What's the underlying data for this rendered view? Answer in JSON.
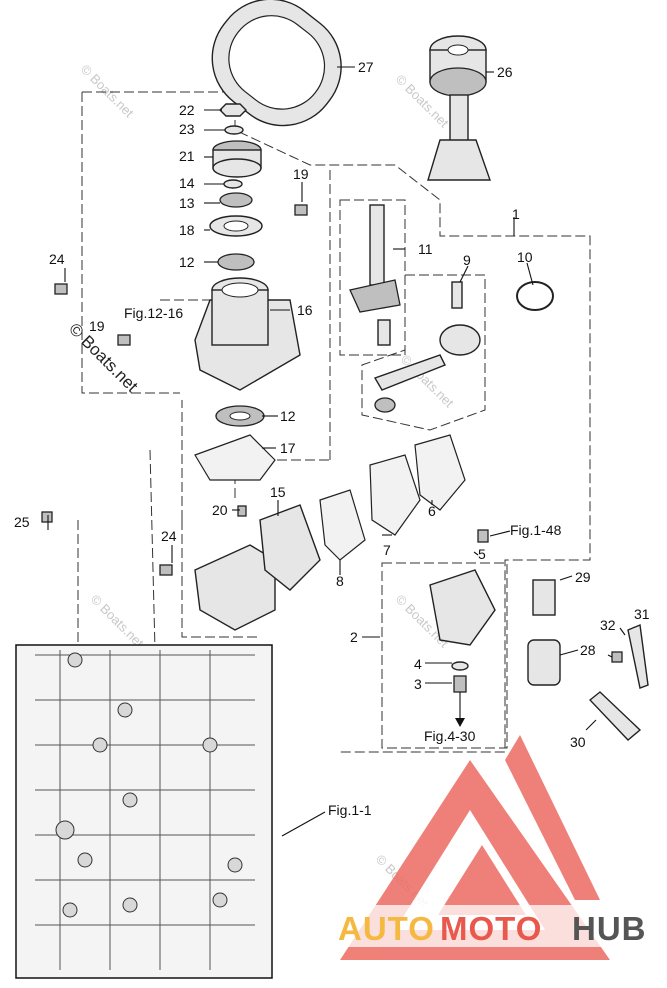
{
  "parts": [
    {
      "id": "p1",
      "text": "1"
    },
    {
      "id": "p2",
      "text": "2"
    },
    {
      "id": "p3",
      "text": "3"
    },
    {
      "id": "p4",
      "text": "4"
    },
    {
      "id": "p5",
      "text": "5"
    },
    {
      "id": "p6",
      "text": "6"
    },
    {
      "id": "p7",
      "text": "7"
    },
    {
      "id": "p8",
      "text": "8"
    },
    {
      "id": "p9",
      "text": "9"
    },
    {
      "id": "p10",
      "text": "10"
    },
    {
      "id": "p11",
      "text": "11"
    },
    {
      "id": "p12a",
      "text": "12"
    },
    {
      "id": "p12b",
      "text": "12"
    },
    {
      "id": "p13",
      "text": "13"
    },
    {
      "id": "p14",
      "text": "14"
    },
    {
      "id": "p15",
      "text": "15"
    },
    {
      "id": "p16",
      "text": "16"
    },
    {
      "id": "p17",
      "text": "17"
    },
    {
      "id": "p18",
      "text": "18"
    },
    {
      "id": "p19a",
      "text": "19"
    },
    {
      "id": "p19b",
      "text": "19"
    },
    {
      "id": "p20",
      "text": "20"
    },
    {
      "id": "p21",
      "text": "21"
    },
    {
      "id": "p22",
      "text": "22"
    },
    {
      "id": "p23",
      "text": "23"
    },
    {
      "id": "p24a",
      "text": "24"
    },
    {
      "id": "p24b",
      "text": "24"
    },
    {
      "id": "p25",
      "text": "25"
    },
    {
      "id": "p26",
      "text": "26"
    },
    {
      "id": "p27",
      "text": "27"
    },
    {
      "id": "p28",
      "text": "28"
    },
    {
      "id": "p29",
      "text": "29"
    },
    {
      "id": "p30",
      "text": "30"
    },
    {
      "id": "p31",
      "text": "31"
    },
    {
      "id": "p32",
      "text": "32"
    }
  ],
  "refs": {
    "fig_12_16": "Fig.12-16",
    "fig_1_48": "Fig.1-48",
    "fig_4_30": "Fig.4-30",
    "fig_1_1": "Fig.1-1"
  },
  "watermarks": {
    "main": "© Boats.net",
    "faint": "© Boats.net"
  },
  "brand": {
    "auto": "AUTO",
    "moto": "MOTO",
    "hub": "HUB",
    "auto_color": "#f5b942",
    "moto_color": "#e8584c",
    "hub_color": "#555555",
    "logo_color": "#ec6b62"
  }
}
